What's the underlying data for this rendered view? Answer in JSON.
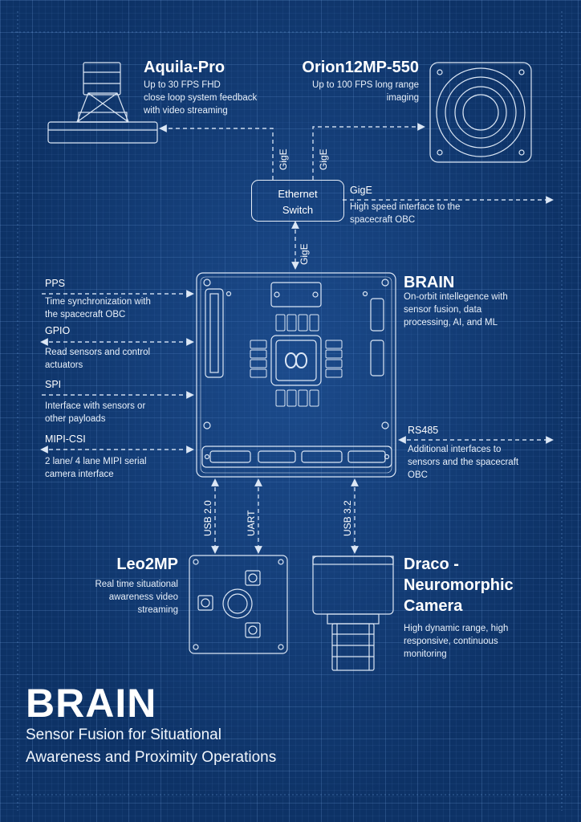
{
  "products": {
    "aquila": {
      "name": "Aquila-Pro",
      "desc": [
        "Up to 30 FPS FHD",
        "close loop system feedback",
        "with video streaming"
      ]
    },
    "orion": {
      "name": "Orion12MP-550",
      "desc": [
        "Up to 100 FPS long range",
        "imaging"
      ]
    },
    "brain": {
      "name": "BRAIN",
      "desc": [
        "On-orbit intellegence with",
        "sensor fusion, data",
        "processing, AI, and ML"
      ]
    },
    "leo": {
      "name": "Leo2MP",
      "desc": [
        "Real time situational",
        "awareness video",
        "streaming"
      ]
    },
    "draco": {
      "name": [
        "Draco -",
        "Neuromorphic",
        "Camera"
      ],
      "desc": [
        "High dynamic range, high",
        "responsive, continuous",
        "monitoring"
      ]
    }
  },
  "switch": {
    "label": [
      "Ethernet",
      "Switch"
    ]
  },
  "links": {
    "gige_1": "GigE",
    "gige_2": "GigE",
    "gige_3": "GigE",
    "gige_obc": {
      "label": "GigE",
      "desc": [
        "High speed interface to the",
        "spacecraft OBC"
      ]
    },
    "usb20": "USB 2.0",
    "uart": "UART",
    "usb32": "USB 3.2"
  },
  "interfaces": {
    "pps": {
      "label": "PPS",
      "desc": [
        "Time synchronization with",
        "the spacecraft OBC"
      ]
    },
    "gpio": {
      "label": "GPIO",
      "desc": [
        "Read sensors and control",
        "actuators"
      ]
    },
    "spi": {
      "label": "SPI",
      "desc": [
        "Interface with sensors or",
        "other payloads"
      ]
    },
    "mipi": {
      "label": "MIPI-CSI",
      "desc": [
        "2 lane/ 4 lane MIPI serial",
        "camera interface"
      ]
    },
    "rs485": {
      "label": "RS485",
      "desc": [
        "Additional interfaces to",
        "sensors and the spacecraft",
        "OBC"
      ]
    }
  },
  "footer": {
    "title": "BRAIN",
    "subtitle": [
      "Sensor Fusion for Situational",
      "Awareness and Proximity Operations"
    ]
  },
  "colors": {
    "background": "#0d3266",
    "line": "#dce7f5",
    "dashed": "#c9d8ec"
  }
}
